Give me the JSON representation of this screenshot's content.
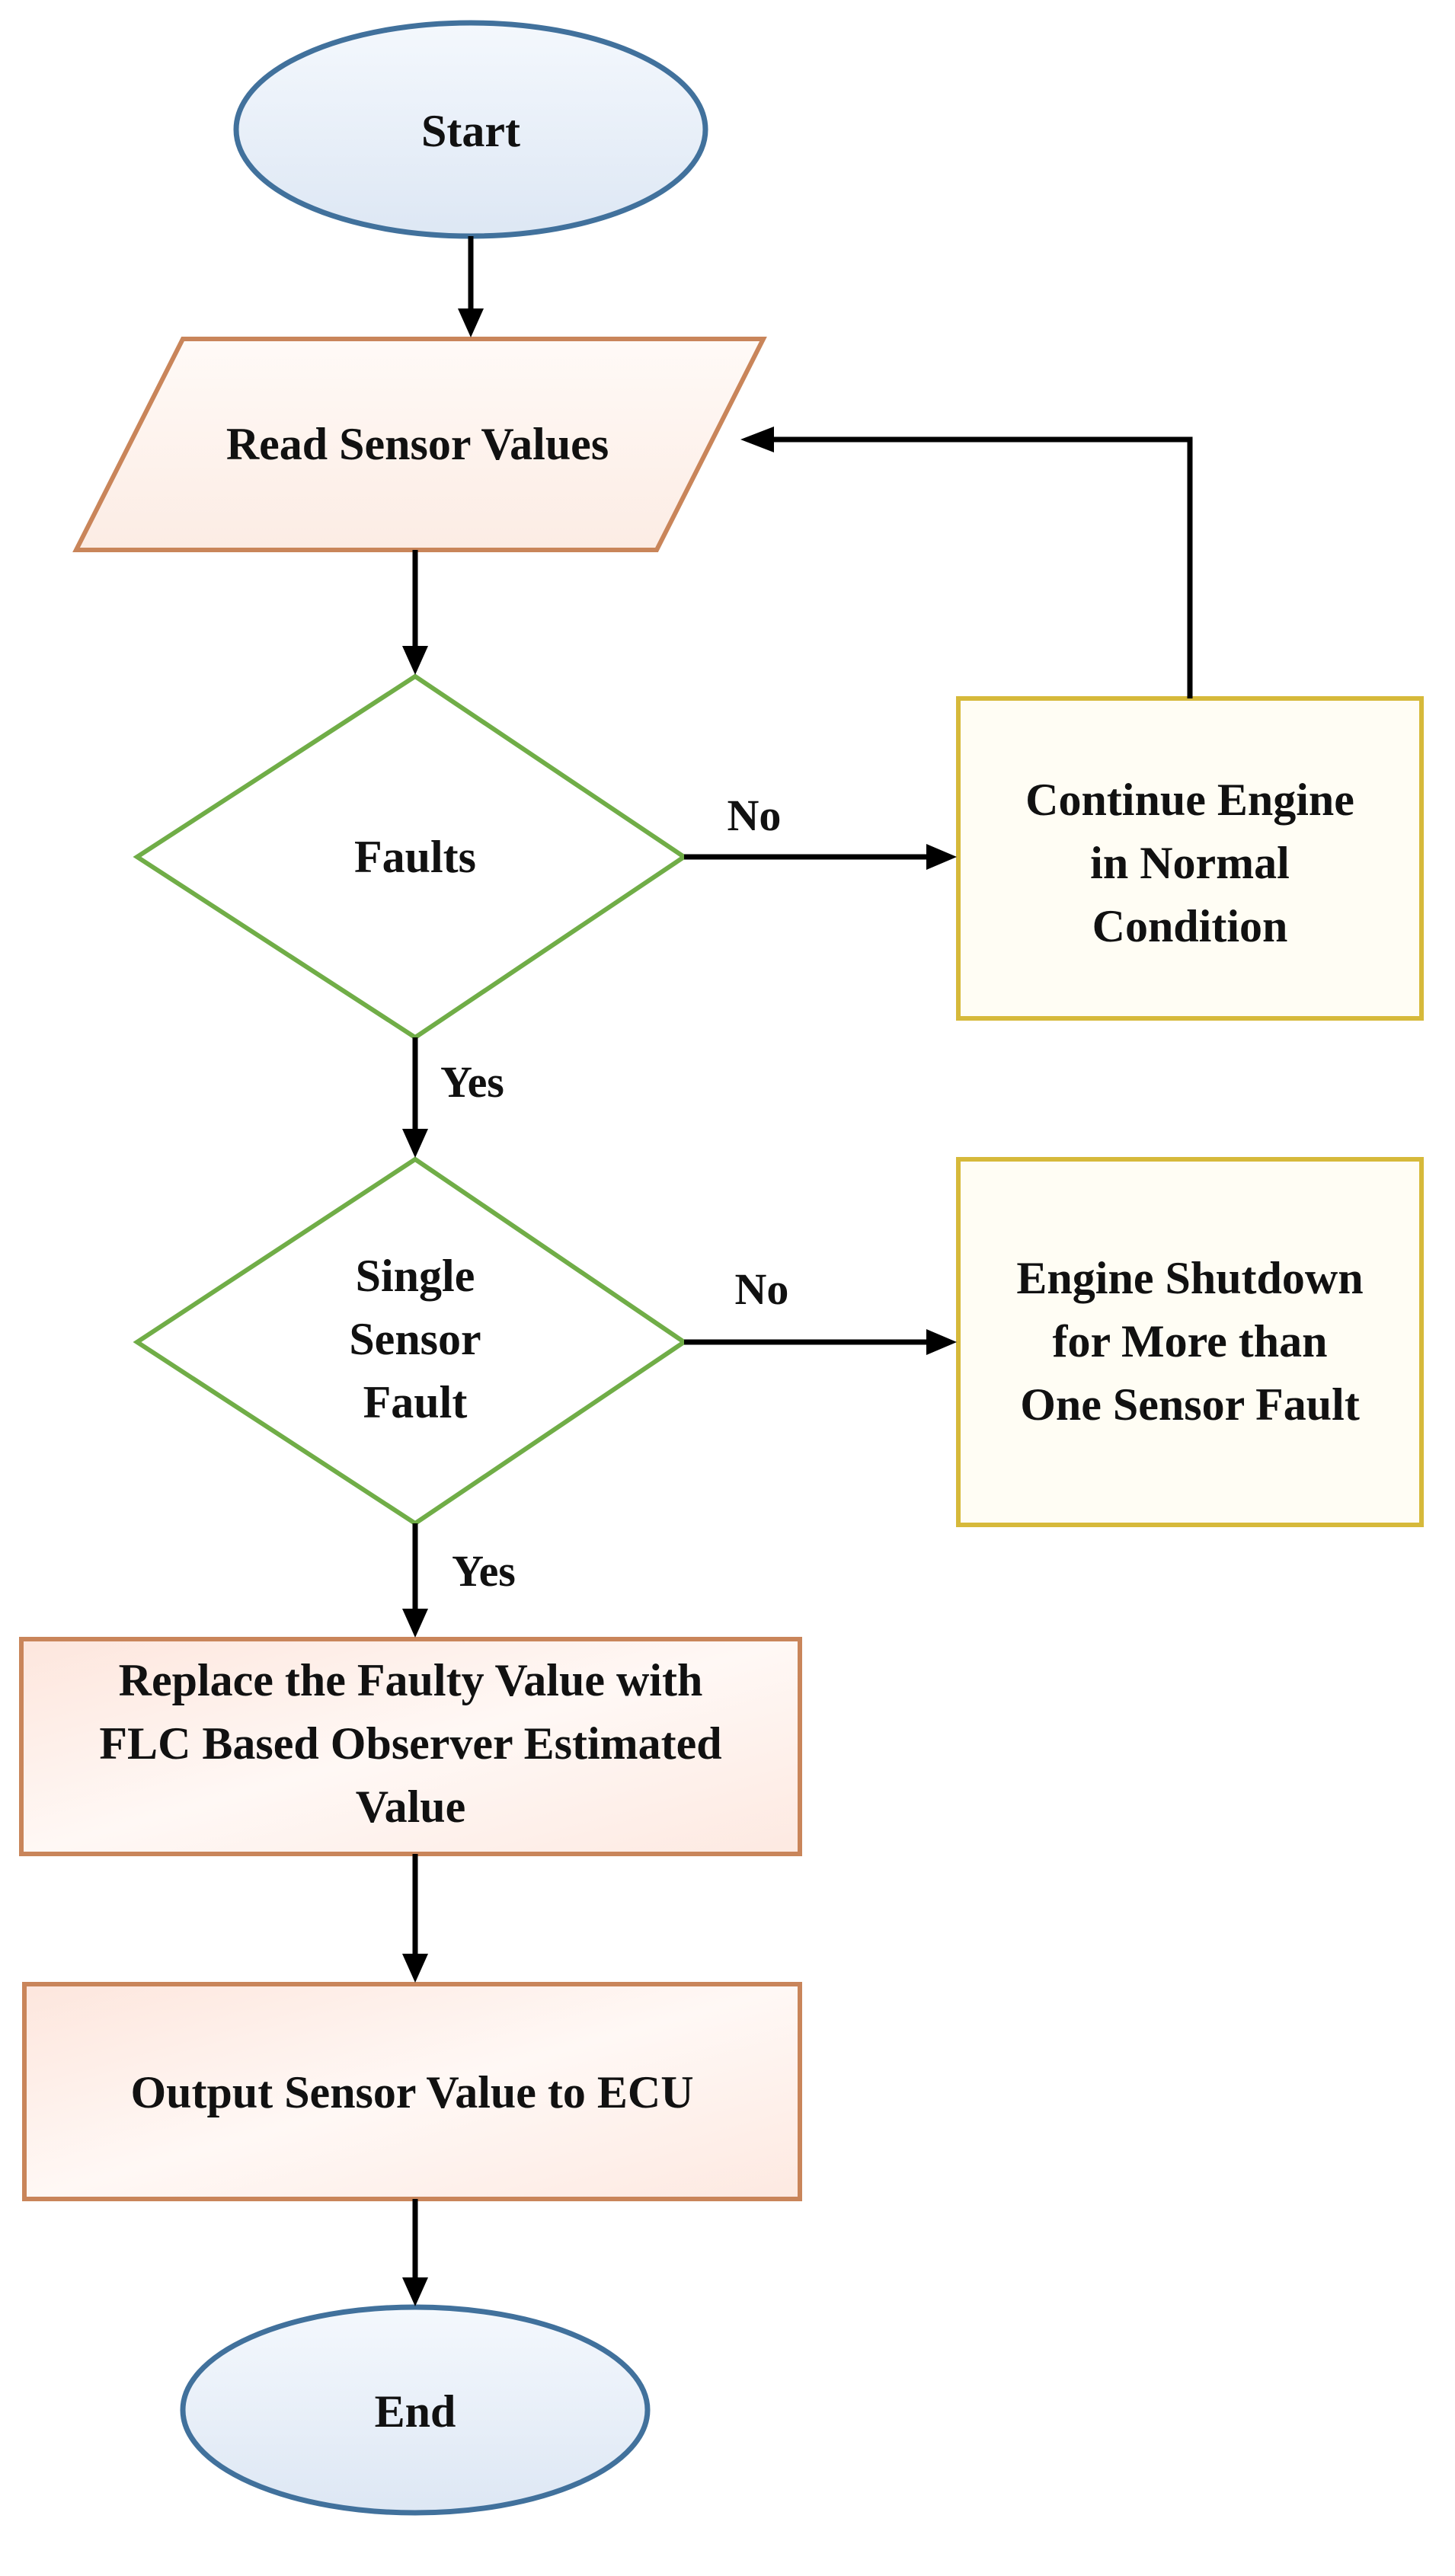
{
  "nodes": {
    "start": {
      "lines": [
        "Start"
      ]
    },
    "read": {
      "lines": [
        "Read Sensor Values"
      ]
    },
    "faults": {
      "lines": [
        "Faults"
      ]
    },
    "continue": {
      "lines": [
        "Continue Engine",
        "in Normal",
        "Condition"
      ]
    },
    "single": {
      "lines": [
        "Single",
        "Sensor",
        "Fault"
      ]
    },
    "shutdown": {
      "lines": [
        "Engine Shutdown",
        "for More than",
        "One Sensor Fault"
      ]
    },
    "replace": {
      "lines": [
        "Replace the Faulty Value with",
        "FLC Based Observer Estimated",
        "Value"
      ]
    },
    "output": {
      "lines": [
        "Output Sensor Value to ECU"
      ]
    },
    "end": {
      "lines": [
        "End"
      ]
    }
  },
  "edges": {
    "faults_no": "No",
    "faults_yes": "Yes",
    "single_no": "No",
    "single_yes": "Yes"
  },
  "colors": {
    "terminal_stroke": "#41719c",
    "terminal_fill": "#e8eff8",
    "io_stroke": "#c9855a",
    "io_fill": "#fdf3ee",
    "decision_stroke": "#70ad47",
    "decision_fill": "#ffffff",
    "alt_stroke": "#d6b93a",
    "alt_fill": "#fffdf4",
    "process_stroke": "#c9855a",
    "process_fill": "#fdf1ec",
    "arrow": "#000000"
  }
}
